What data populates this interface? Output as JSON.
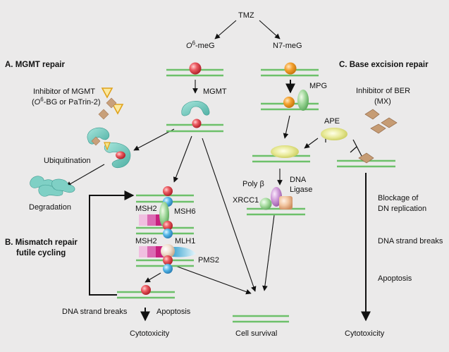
{
  "drug": "TMZ",
  "adducts": {
    "o6_prefix": "O",
    "o6_sup": "6",
    "o6_suffix": "-meG",
    "n7": "N7-meG"
  },
  "sections": {
    "mgmt": "A.  MGMT repair",
    "mismatch_line1": "B.  Mismatch repair",
    "mismatch_line2": "futile cycling",
    "ber": "C.  Base excision repair"
  },
  "mgmt_panel": {
    "inhibitor_line1": "Inhibitor of MGMT",
    "inhibitor_line2_open": "(",
    "inhibitor_line2_o": "O",
    "inhibitor_line2_sup": "6",
    "inhibitor_line2_rest": "-BG or PaTrin-2)",
    "enzyme": "MGMT",
    "ubiquitination": "Ubiquitination",
    "degradation": "Degradation"
  },
  "mmr_panel": {
    "msh2_a": "MSH2",
    "msh6": "MSH6",
    "msh2_b": "MSH2",
    "mlh1": "MLH1",
    "pms2": "PMS2",
    "strand_breaks": "DNA strand breaks",
    "apoptosis": "Apoptosis",
    "cytotoxicity": "Cytotoxicity"
  },
  "ber_panel": {
    "mpg": "MPG",
    "inhibitor_line1": "Inhibitor of BER",
    "inhibitor_line2": "(MX)",
    "ape": "APE",
    "poly_beta": "Poly β",
    "dna": "DNA",
    "ligase": "Ligase",
    "xrcc1": "XRCC1",
    "blockage_line1": "Blockage of",
    "blockage_line2": "DN replication",
    "strand_breaks": "DNA strand breaks",
    "apoptosis": "Apoptosis",
    "cytotoxicity": "Cytotoxicity"
  },
  "cell_survival": "Cell survival",
  "colors": {
    "background": "#ebeaea",
    "dna_strand": "#6dc06a",
    "methyl_red": "#e2474f",
    "methyl_orange": "#f4a12e",
    "mgmt_teal": "#7fd0c5",
    "inhibitor_tan": "#c8a07a",
    "ber_inhibitor": "#c69c74",
    "msh2_magenta": "#c8207e",
    "msh6_green": "#9fd79a",
    "blue_sphere": "#55b7e8"
  }
}
